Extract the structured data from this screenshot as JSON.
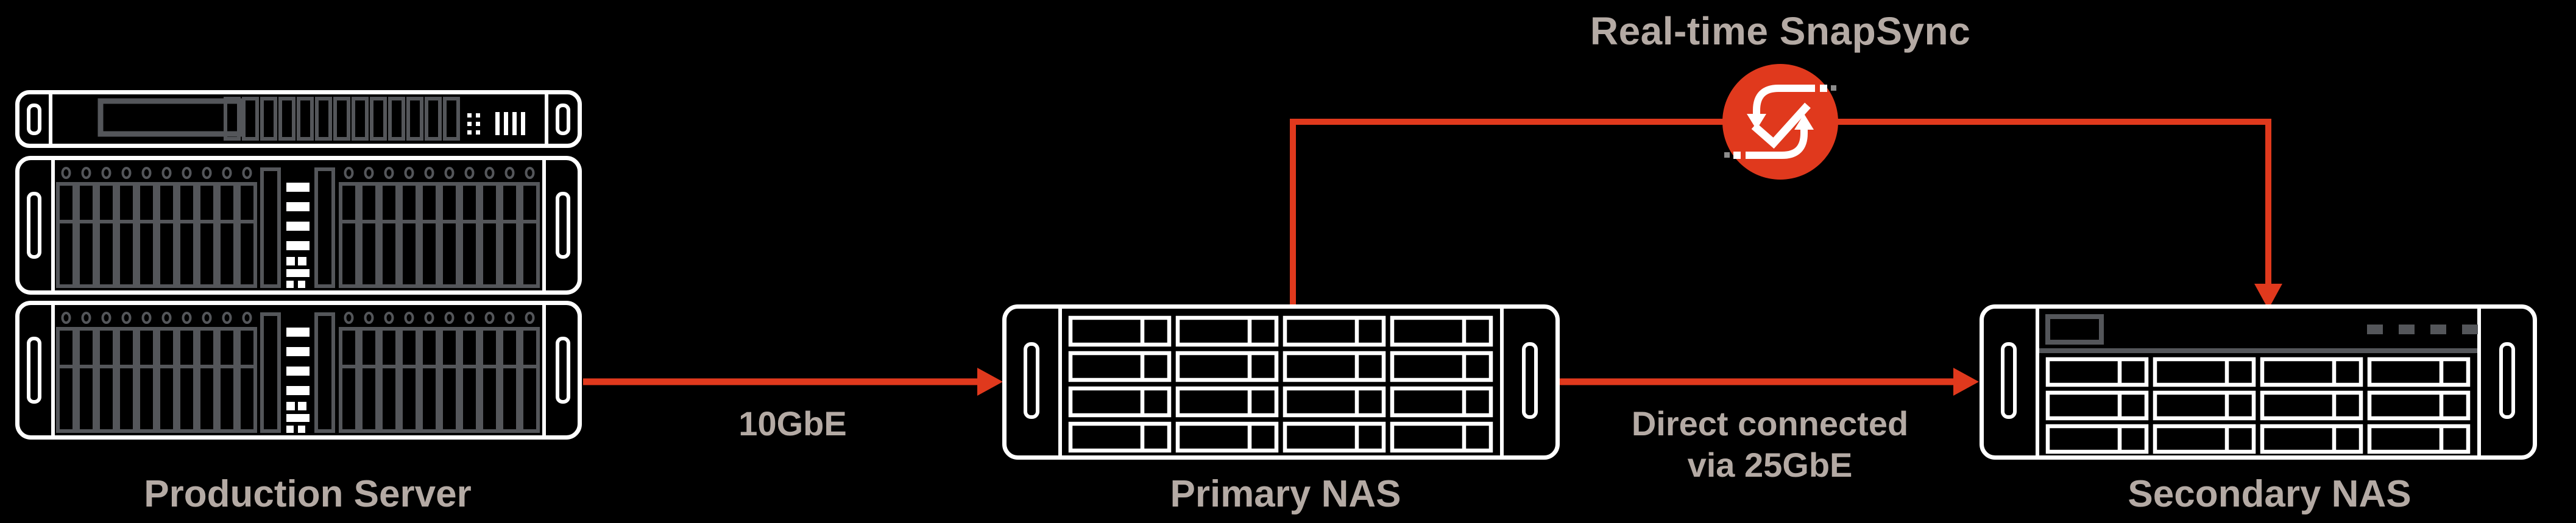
{
  "diagram_title": "Real-time SnapSync",
  "nodes": {
    "production_server": {
      "label": "Production Server",
      "type": "server-rack",
      "units": 3
    },
    "primary_nas": {
      "label": "Primary NAS",
      "type": "nas",
      "drive_rows": 4,
      "drive_cols": 4
    },
    "secondary_nas": {
      "label": "Secondary NAS",
      "type": "nas",
      "drive_rows": 3,
      "drive_cols": 4
    }
  },
  "connections": {
    "prod_to_primary": {
      "from": "Production Server",
      "to": "Primary NAS",
      "label": "10GbE"
    },
    "primary_to_secondary": {
      "from": "Primary NAS",
      "to": "Secondary NAS",
      "line1": "Direct connected",
      "line2": "via 25GbE"
    },
    "snapsync": {
      "from": "Primary NAS",
      "to": "Secondary NAS",
      "label": "Real-time SnapSync",
      "icon": "sync-check-icon"
    }
  },
  "colors": {
    "background": "#000000",
    "accent_red": "#E0391D",
    "device_outline": "#FFFFFF",
    "device_detail_gray": "#54565A",
    "label_text": "#B4AAA4"
  }
}
